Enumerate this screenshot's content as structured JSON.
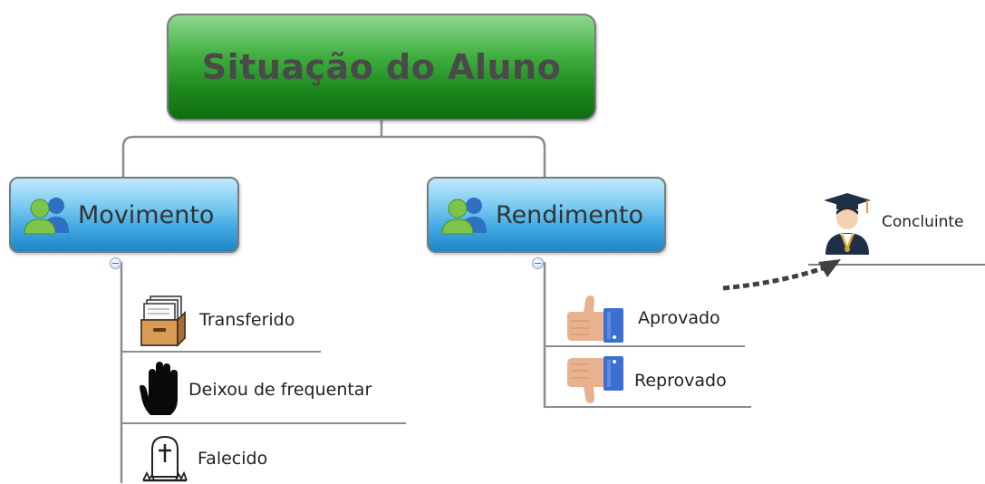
{
  "root": {
    "title": "Situação do Aluno"
  },
  "branches": [
    {
      "label": "Movimento",
      "icon": "users-icon",
      "children": [
        {
          "label": "Transferido",
          "icon": "archive-box-icon"
        },
        {
          "label": "Deixou de frequentar",
          "icon": "stop-hand-icon"
        },
        {
          "label": "Falecido",
          "icon": "tombstone-icon"
        }
      ]
    },
    {
      "label": "Rendimento",
      "icon": "users-icon",
      "children": [
        {
          "label": "Aprovado",
          "icon": "thumbs-up-icon"
        },
        {
          "label": "Reprovado",
          "icon": "thumbs-down-icon"
        }
      ]
    }
  ],
  "floating_topic": {
    "label": "Concluinte",
    "icon": "graduate-icon"
  },
  "colors": {
    "root_fill": "#2e9b2e",
    "main_topic_fill": "#3ea6e0",
    "connector": "#8c8c8c",
    "relationship_arrow": "#404040",
    "text": "#333333"
  }
}
